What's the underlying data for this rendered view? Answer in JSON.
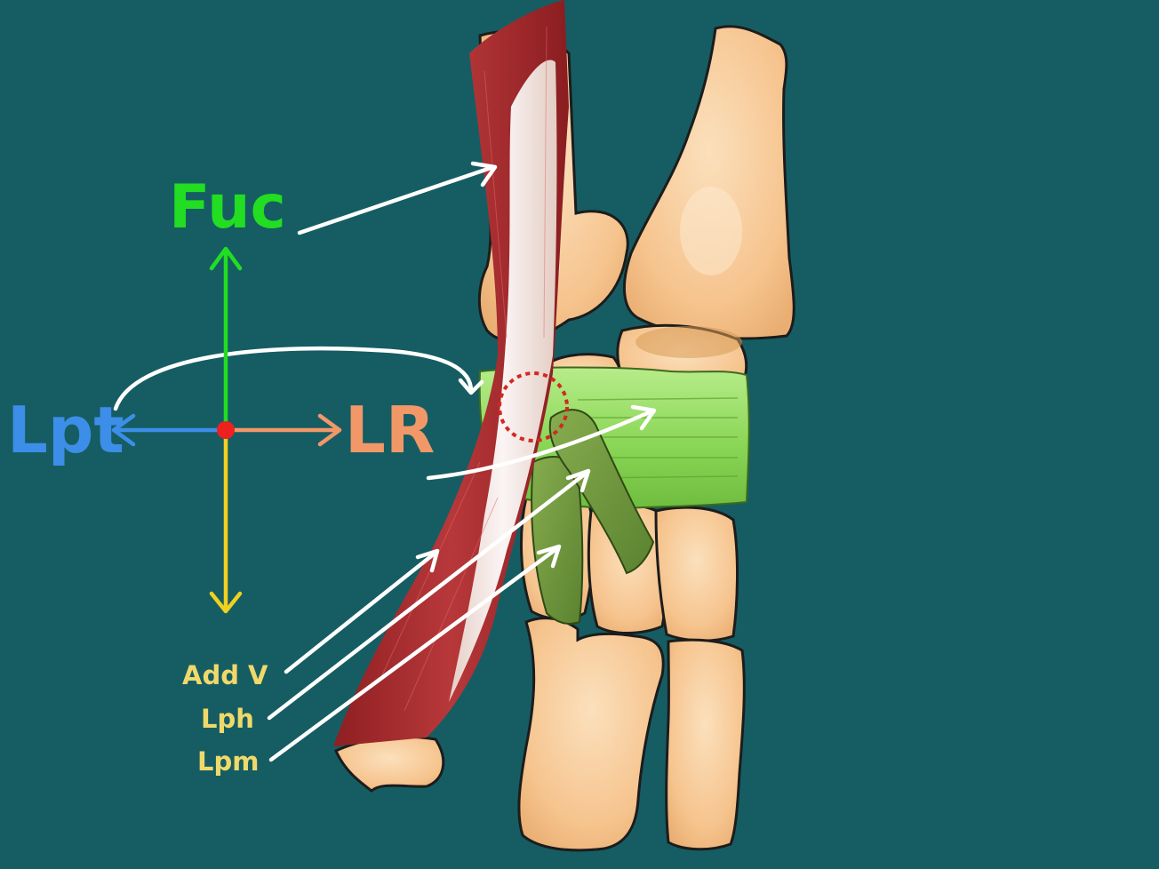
{
  "colors": {
    "background": "#155d63",
    "bone": "#f6c48e",
    "bone_shade": "#e2a76a",
    "muscle": "#a3292a",
    "tendon": "#f3efe6",
    "ligament_green": "#93dd5c",
    "tendon_green": "#6f9a3c",
    "arrow_white": "#ffffff",
    "axis_green": "#22dd22",
    "axis_blue": "#3d8ee8",
    "axis_salmon": "#f29868",
    "axis_yellow": "#f0d020",
    "origin_red": "#ee2020",
    "highlight_red": "#d22820"
  },
  "labels": {
    "fuc": {
      "text": "Fuc",
      "color": "#22dd22"
    },
    "lpt": {
      "text": "Lpt",
      "color": "#3d8ee8"
    },
    "lr": {
      "text": "LR",
      "color": "#f29868"
    },
    "add_v": {
      "text": "Add V",
      "color": "#f0d96a"
    },
    "lph": {
      "text": "Lph",
      "color": "#f0d96a"
    },
    "lpm": {
      "text": "Lpm",
      "color": "#f0d96a"
    }
  }
}
